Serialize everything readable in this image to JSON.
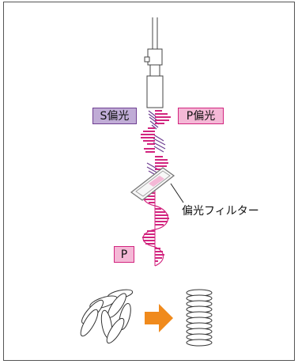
{
  "labels": {
    "s_polarized": "S偏光",
    "p_polarized": "P偏光",
    "polarizing_filter": "偏光フィルター",
    "p": "P"
  },
  "colors": {
    "p_wave": "#d2257f",
    "s_wave": "#6f3f92",
    "p_fill": "#f4b8d6",
    "s_fill": "#c0acd6",
    "arrow": "#f08a1c"
  },
  "icons": {
    "light_source": "light-pole-icon",
    "filter": "polarizing-filter-icon",
    "arrow": "right-arrow-icon",
    "random_particles": "random-ellipses-icon",
    "aligned_particles": "aligned-ellipses-icon"
  }
}
